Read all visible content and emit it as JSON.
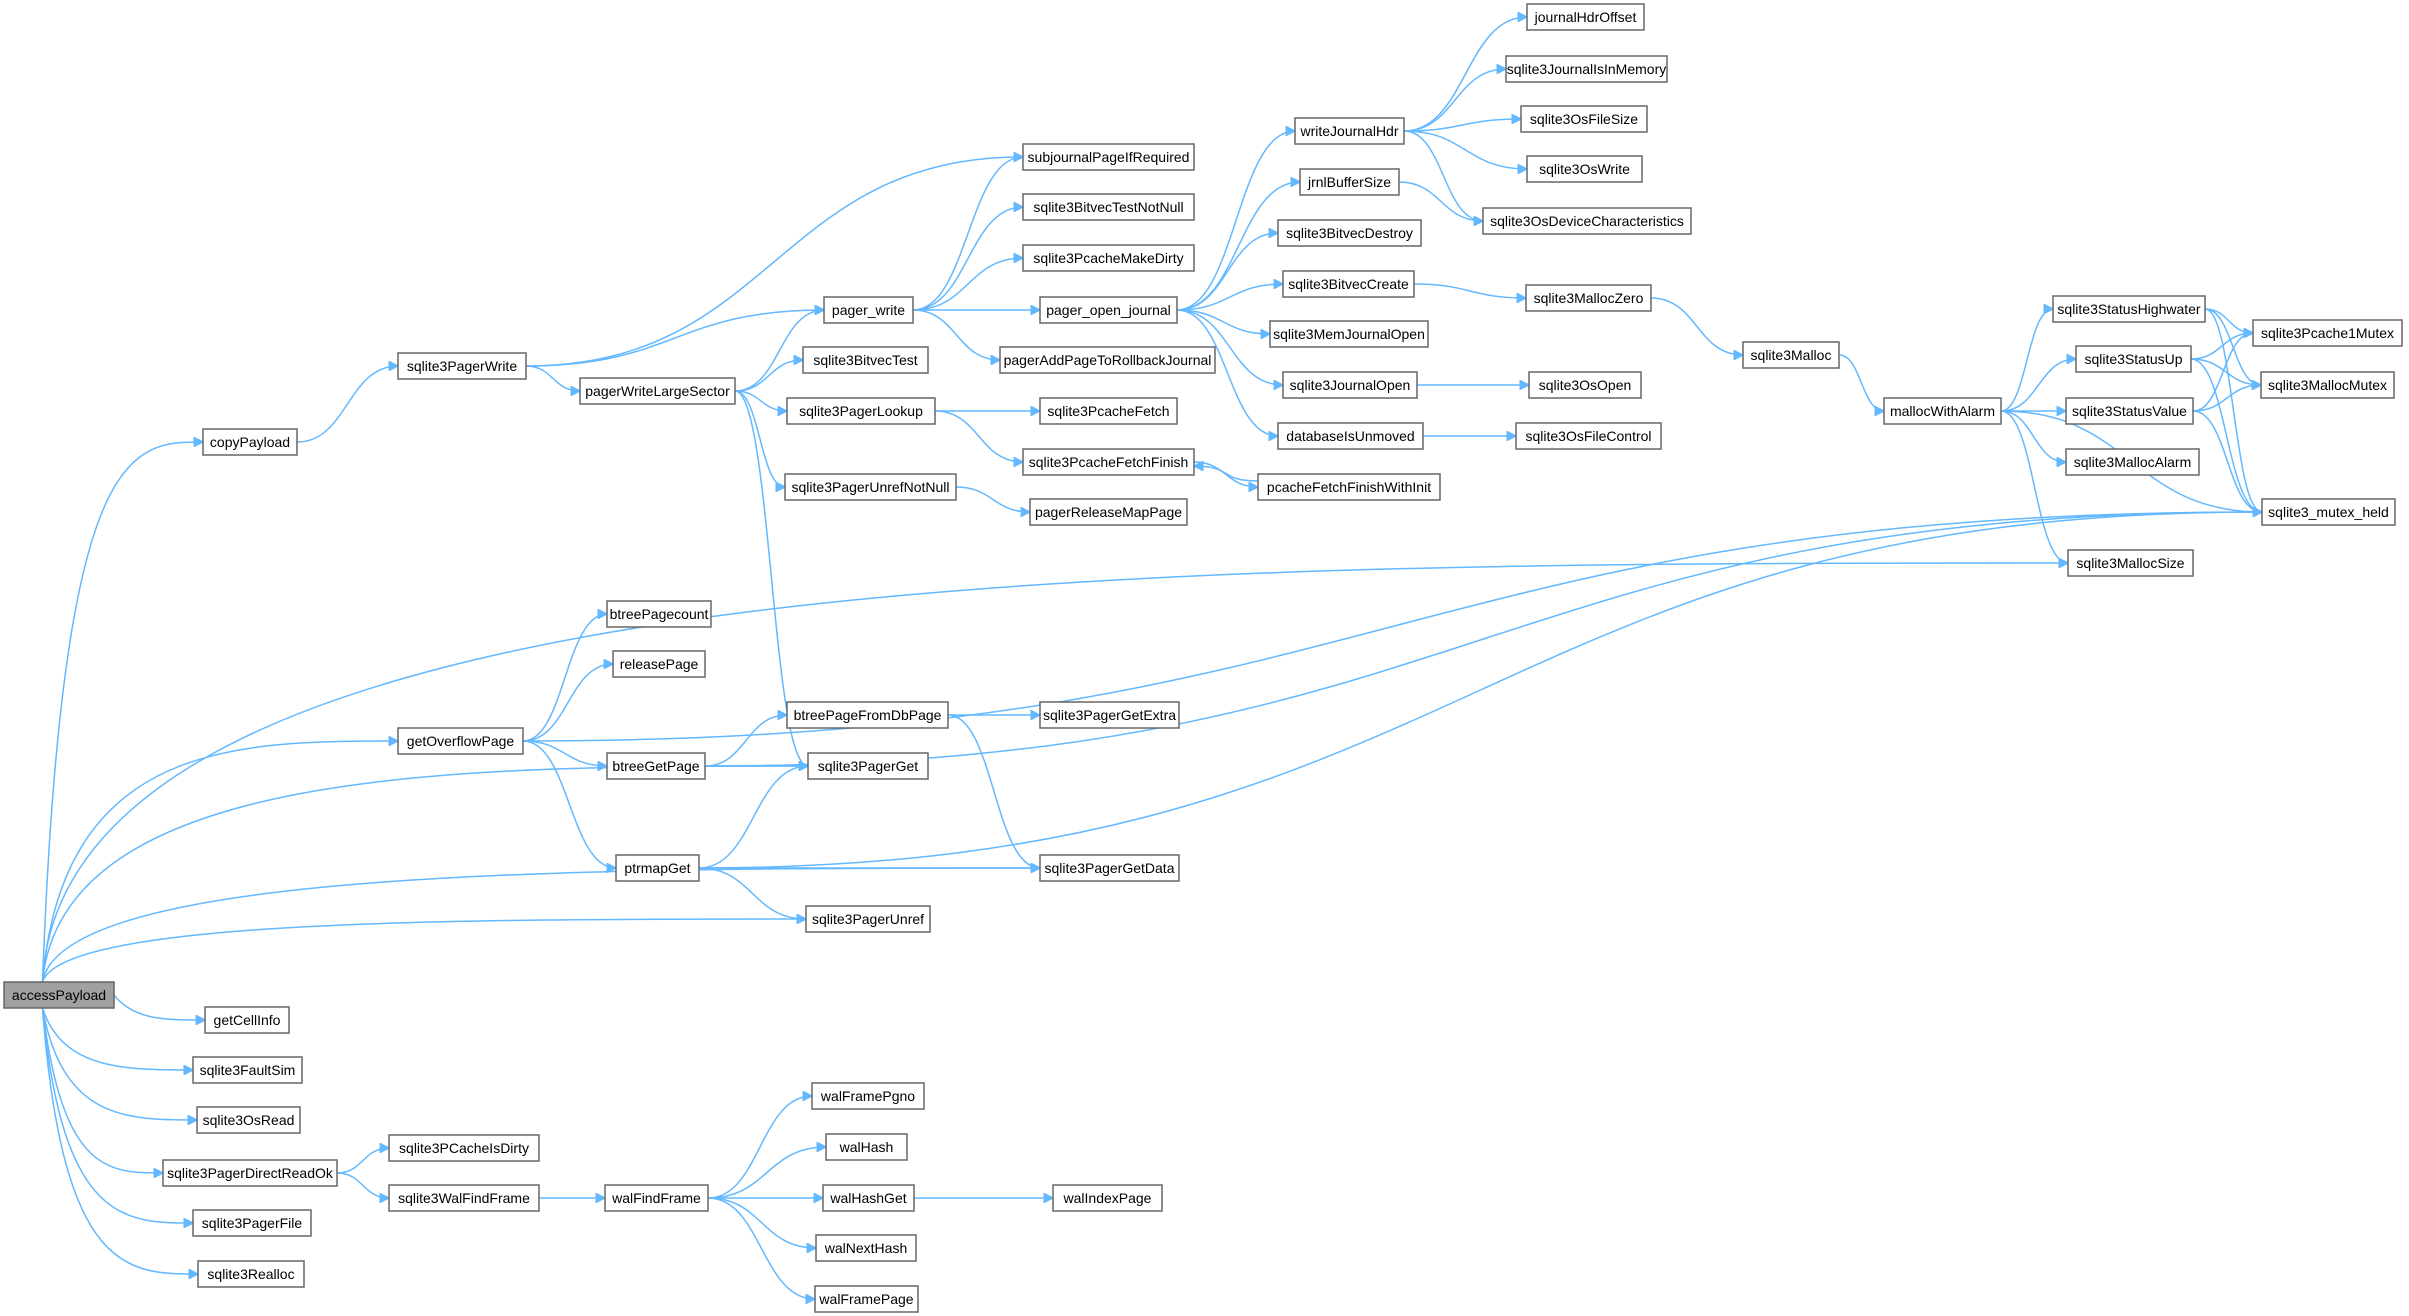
{
  "graph": {
    "colors": {
      "edge": "#63b8ff",
      "node_border": "#666666",
      "root_fill": "#a0a0a0",
      "background": "#ffffff"
    },
    "root": "accessPayload",
    "nodes": [
      "accessPayload",
      "copyPayload",
      "sqlite3PagerWrite",
      "subjournalPageIfRequired",
      "pager_write",
      "pagerWriteLargeSector",
      "sqlite3BitvecTest",
      "sqlite3PagerLookup",
      "sqlite3PagerUnrefNotNull",
      "sqlite3BitvecTestNotNull",
      "sqlite3PcacheMakeDirty",
      "pager_open_journal",
      "pagerAddPageToRollbackJournal",
      "sqlite3PcacheFetch",
      "sqlite3PcacheFetchFinish",
      "pagerReleaseMapPage",
      "pcacheFetchFinishWithInit",
      "writeJournalHdr",
      "jrnlBufferSize",
      "sqlite3BitvecDestroy",
      "sqlite3BitvecCreate",
      "sqlite3MemJournalOpen",
      "sqlite3JournalOpen",
      "databaseIsUnmoved",
      "journalHdrOffset",
      "sqlite3JournalIsInMemory",
      "sqlite3OsFileSize",
      "sqlite3OsWrite",
      "sqlite3OsDeviceCharacteristics",
      "sqlite3MallocZero",
      "sqlite3OsOpen",
      "sqlite3OsFileControl",
      "sqlite3Malloc",
      "mallocWithAlarm",
      "sqlite3StatusHighwater",
      "sqlite3StatusUp",
      "sqlite3StatusValue",
      "sqlite3MallocAlarm",
      "sqlite3MallocSize",
      "sqlite3Pcache1Mutex",
      "sqlite3MallocMutex",
      "sqlite3_mutex_held",
      "getOverflowPage",
      "btreePagecount",
      "releasePage",
      "btreeGetPage",
      "ptrmapGet",
      "btreePageFromDbPage",
      "sqlite3PagerGet",
      "sqlite3PagerGetExtra",
      "sqlite3PagerGetData",
      "sqlite3PagerUnref",
      "getCellInfo",
      "sqlite3FaultSim",
      "sqlite3OsRead",
      "sqlite3PagerDirectReadOk",
      "sqlite3PCacheIsDirty",
      "sqlite3WalFindFrame",
      "walFindFrame",
      "walFramePgno",
      "walHash",
      "walHashGet",
      "walIndexPage",
      "walNextHash",
      "walFramePage",
      "sqlite3PagerFile",
      "sqlite3Realloc"
    ],
    "edges": [
      [
        "accessPayload",
        "copyPayload"
      ],
      [
        "accessPayload",
        "sqlite3MallocSize"
      ],
      [
        "accessPayload",
        "getOverflowPage"
      ],
      [
        "accessPayload",
        "sqlite3PagerGet"
      ],
      [
        "accessPayload",
        "sqlite3PagerUnref"
      ],
      [
        "accessPayload",
        "sqlite3PagerGetData"
      ],
      [
        "accessPayload",
        "getCellInfo"
      ],
      [
        "accessPayload",
        "sqlite3FaultSim"
      ],
      [
        "accessPayload",
        "sqlite3OsRead"
      ],
      [
        "accessPayload",
        "sqlite3PagerDirectReadOk"
      ],
      [
        "accessPayload",
        "sqlite3PagerFile"
      ],
      [
        "accessPayload",
        "sqlite3Realloc"
      ],
      [
        "copyPayload",
        "sqlite3PagerWrite"
      ],
      [
        "sqlite3PagerWrite",
        "subjournalPageIfRequired"
      ],
      [
        "sqlite3PagerWrite",
        "pager_write"
      ],
      [
        "sqlite3PagerWrite",
        "pagerWriteLargeSector"
      ],
      [
        "pagerWriteLargeSector",
        "pager_write"
      ],
      [
        "pagerWriteLargeSector",
        "sqlite3BitvecTest"
      ],
      [
        "pagerWriteLargeSector",
        "sqlite3PagerLookup"
      ],
      [
        "pagerWriteLargeSector",
        "sqlite3PagerUnrefNotNull"
      ],
      [
        "pagerWriteLargeSector",
        "sqlite3PagerGet"
      ],
      [
        "pager_write",
        "subjournalPageIfRequired"
      ],
      [
        "pager_write",
        "sqlite3BitvecTestNotNull"
      ],
      [
        "pager_write",
        "sqlite3PcacheMakeDirty"
      ],
      [
        "pager_write",
        "pager_open_journal"
      ],
      [
        "pager_write",
        "pagerAddPageToRollbackJournal"
      ],
      [
        "sqlite3PagerLookup",
        "sqlite3PcacheFetch"
      ],
      [
        "sqlite3PagerLookup",
        "sqlite3PcacheFetchFinish"
      ],
      [
        "sqlite3PagerUnrefNotNull",
        "pagerReleaseMapPage"
      ],
      [
        "sqlite3PcacheFetchFinish",
        "pcacheFetchFinishWithInit"
      ],
      [
        "pcacheFetchFinishWithInit",
        "sqlite3PcacheFetchFinish"
      ],
      [
        "pager_open_journal",
        "writeJournalHdr"
      ],
      [
        "pager_open_journal",
        "jrnlBufferSize"
      ],
      [
        "pager_open_journal",
        "sqlite3BitvecDestroy"
      ],
      [
        "pager_open_journal",
        "sqlite3BitvecCreate"
      ],
      [
        "pager_open_journal",
        "sqlite3MemJournalOpen"
      ],
      [
        "pager_open_journal",
        "sqlite3JournalOpen"
      ],
      [
        "pager_open_journal",
        "databaseIsUnmoved"
      ],
      [
        "writeJournalHdr",
        "journalHdrOffset"
      ],
      [
        "writeJournalHdr",
        "sqlite3JournalIsInMemory"
      ],
      [
        "writeJournalHdr",
        "sqlite3OsFileSize"
      ],
      [
        "writeJournalHdr",
        "sqlite3OsWrite"
      ],
      [
        "writeJournalHdr",
        "sqlite3OsDeviceCharacteristics"
      ],
      [
        "jrnlBufferSize",
        "sqlite3OsDeviceCharacteristics"
      ],
      [
        "sqlite3BitvecCreate",
        "sqlite3MallocZero"
      ],
      [
        "sqlite3JournalOpen",
        "sqlite3OsOpen"
      ],
      [
        "databaseIsUnmoved",
        "sqlite3OsFileControl"
      ],
      [
        "sqlite3MallocZero",
        "sqlite3Malloc"
      ],
      [
        "sqlite3Malloc",
        "mallocWithAlarm"
      ],
      [
        "mallocWithAlarm",
        "sqlite3StatusHighwater"
      ],
      [
        "mallocWithAlarm",
        "sqlite3StatusUp"
      ],
      [
        "mallocWithAlarm",
        "sqlite3StatusValue"
      ],
      [
        "mallocWithAlarm",
        "sqlite3MallocAlarm"
      ],
      [
        "mallocWithAlarm",
        "sqlite3MallocSize"
      ],
      [
        "mallocWithAlarm",
        "sqlite3_mutex_held"
      ],
      [
        "sqlite3StatusHighwater",
        "sqlite3Pcache1Mutex"
      ],
      [
        "sqlite3StatusHighwater",
        "sqlite3MallocMutex"
      ],
      [
        "sqlite3StatusHighwater",
        "sqlite3_mutex_held"
      ],
      [
        "sqlite3StatusUp",
        "sqlite3Pcache1Mutex"
      ],
      [
        "sqlite3StatusUp",
        "sqlite3MallocMutex"
      ],
      [
        "sqlite3StatusUp",
        "sqlite3_mutex_held"
      ],
      [
        "sqlite3StatusValue",
        "sqlite3Pcache1Mutex"
      ],
      [
        "sqlite3StatusValue",
        "sqlite3MallocMutex"
      ],
      [
        "sqlite3StatusValue",
        "sqlite3_mutex_held"
      ],
      [
        "getOverflowPage",
        "btreePagecount"
      ],
      [
        "getOverflowPage",
        "releasePage"
      ],
      [
        "getOverflowPage",
        "btreeGetPage"
      ],
      [
        "getOverflowPage",
        "ptrmapGet"
      ],
      [
        "getOverflowPage",
        "sqlite3_mutex_held"
      ],
      [
        "btreeGetPage",
        "btreePageFromDbPage"
      ],
      [
        "btreeGetPage",
        "sqlite3PagerGet"
      ],
      [
        "btreeGetPage",
        "sqlite3_mutex_held"
      ],
      [
        "btreePageFromDbPage",
        "sqlite3PagerGetExtra"
      ],
      [
        "btreePageFromDbPage",
        "sqlite3PagerGetData"
      ],
      [
        "ptrmapGet",
        "sqlite3PagerGet"
      ],
      [
        "ptrmapGet",
        "sqlite3PagerGetData"
      ],
      [
        "ptrmapGet",
        "sqlite3PagerUnref"
      ],
      [
        "ptrmapGet",
        "sqlite3_mutex_held"
      ],
      [
        "sqlite3PagerDirectReadOk",
        "sqlite3PCacheIsDirty"
      ],
      [
        "sqlite3PagerDirectReadOk",
        "sqlite3WalFindFrame"
      ],
      [
        "sqlite3WalFindFrame",
        "walFindFrame"
      ],
      [
        "walFindFrame",
        "walFramePgno"
      ],
      [
        "walFindFrame",
        "walHash"
      ],
      [
        "walFindFrame",
        "walHashGet"
      ],
      [
        "walFindFrame",
        "walNextHash"
      ],
      [
        "walFindFrame",
        "walFramePage"
      ],
      [
        "walHashGet",
        "walIndexPage"
      ]
    ]
  }
}
